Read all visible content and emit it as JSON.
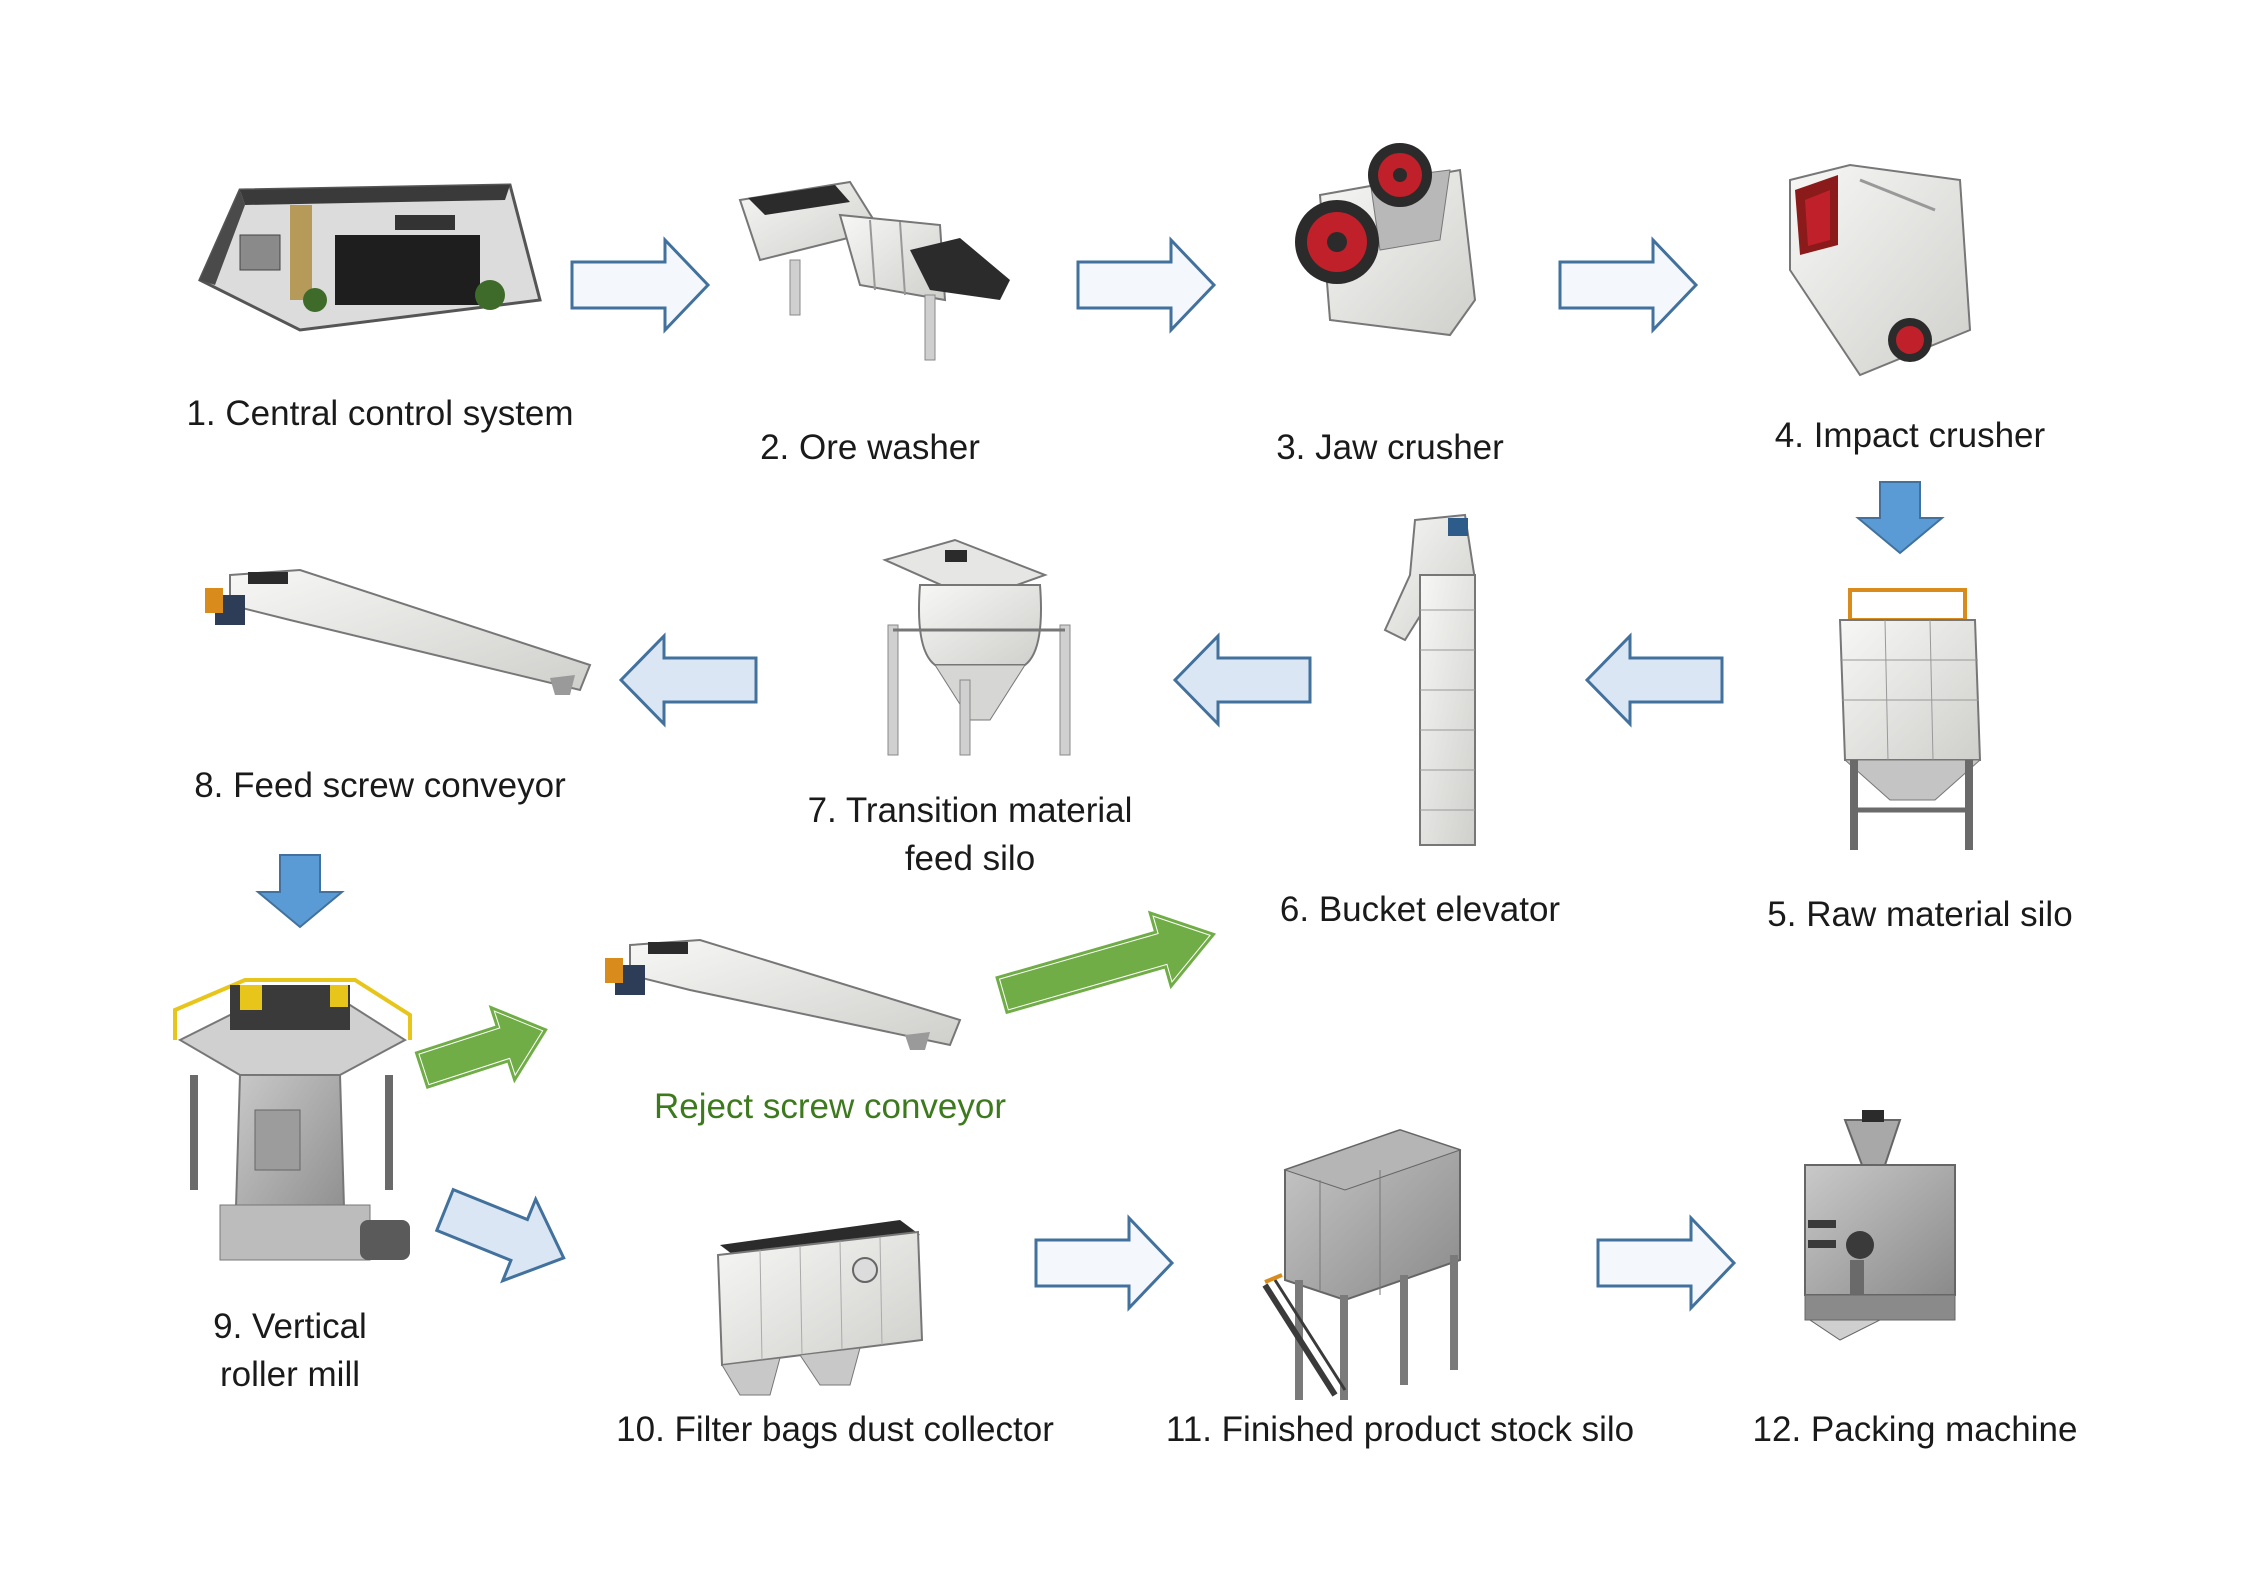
{
  "steps": {
    "s1": "1. Central control system",
    "s2": "2. Ore washer",
    "s3": "3. Jaw crusher",
    "s4": "4. Impact crusher",
    "s5": "5. Raw material silo",
    "s6": "6. Bucket elevator",
    "s7_line1": "7. Transition material",
    "s7_line2": "feed silo",
    "s8": "8. Feed screw conveyor",
    "s9_line1": "9. Vertical",
    "s9_line2": "roller mill",
    "s10": "10. Filter bags dust collector",
    "s11": "11. Finished product stock silo",
    "s12": "12. Packing machine",
    "reject": "Reject screw conveyor"
  },
  "colors": {
    "arrow_outline": "#41719c",
    "arrow_fill_light": "#f4f8fc",
    "arrow_fill_blue": "#dae6f3",
    "arrow_solid_blue": "#5b9bd5",
    "arrow_green": "#70ad47",
    "machine_white": "#e9e9e7",
    "machine_gray": "#9a9a9a",
    "machine_dark": "#2b2b2b",
    "accent_red": "#c0202a",
    "accent_yellow": "#e8c51a",
    "accent_orange": "#d98b1c"
  }
}
